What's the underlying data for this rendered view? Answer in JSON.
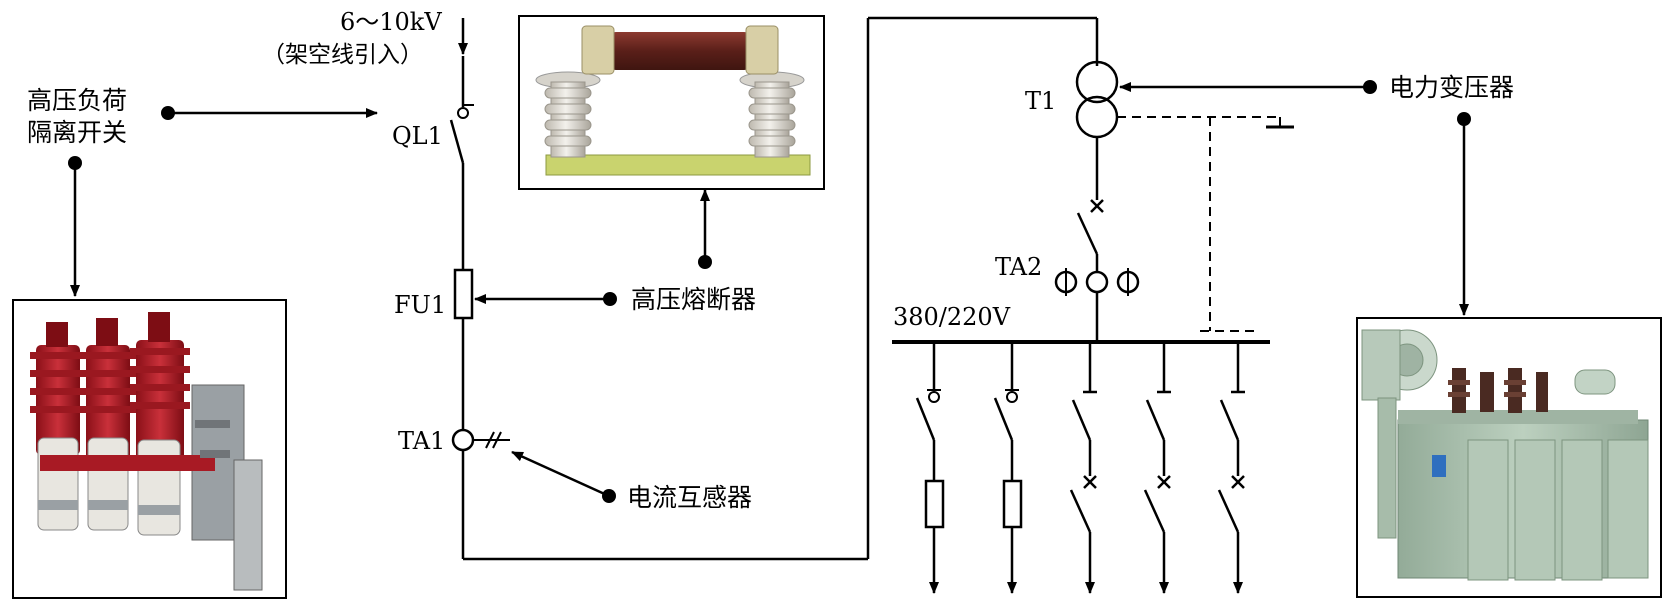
{
  "labels": {
    "source_voltage": "6～10kV",
    "source_note": "（架空线引入）",
    "ql1": "QL1",
    "fu1": "FU1",
    "ta1": "TA1",
    "t1": "T1",
    "ta2": "TA2",
    "lv_bus": "380/220V"
  },
  "callouts": {
    "load_switch_line1": "高压负荷",
    "load_switch_line2": "隔离开关",
    "hv_fuse": "高压熔断器",
    "current_transformer": "电流互感器",
    "power_transformer": "电力变压器"
  },
  "colors": {
    "line": "#000000",
    "switch_red": "#b4202a",
    "porcelain": "#e4e0d6",
    "fuse_tube": "#6e2a22",
    "base_green": "#c4cf72",
    "transformer_green": "#a9c0ae"
  }
}
